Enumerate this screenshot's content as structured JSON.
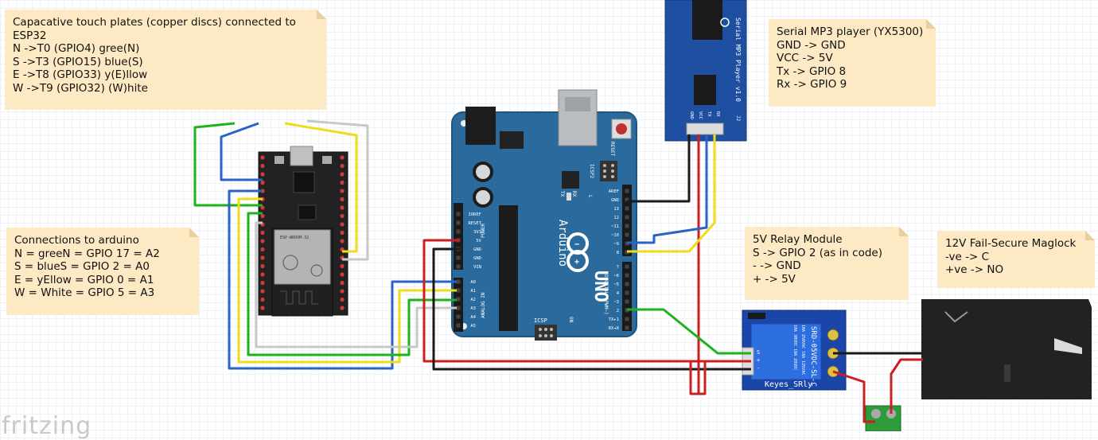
{
  "notes": {
    "esp32": {
      "lines": [
        "Capacative touch plates (copper discs) connected to",
        "ESP32",
        "N ->T0 (GPIO4) gree(N)",
        "S ->T3 (GPIO15) blue(S)",
        "E ->T8 (GPIO33) y(E)llow",
        "W ->T9 (GPIO32) (W)hite"
      ]
    },
    "arduino": {
      "lines": [
        "Connections to arduino",
        "N = greeN = GPIO 17 = A2",
        "S = blueS = GPIO 2 = A0",
        "E = yEllow = GPIO 0 = A1",
        "W = White = GPIO 5 = A3"
      ]
    },
    "mp3": {
      "lines": [
        "Serial MP3 player (YX5300)",
        "GND -> GND",
        "VCC -> 5V",
        "Tx -> GPIO 8",
        "Rx -> GPIO 9"
      ]
    },
    "relay": {
      "lines": [
        "5V Relay Module",
        "S -> GPIO 2 (as in code)",
        "- -> GND",
        "+ -> 5V"
      ]
    },
    "maglock": {
      "lines": [
        "12V Fail-Secure Maglock",
        "-ve -> C",
        "+ve -> NO"
      ]
    }
  },
  "mp3_board": {
    "title": "Serial MP3 Player v1.0",
    "pins": [
      "GND",
      "VCC",
      "TX",
      "RX"
    ],
    "connector": "J2"
  },
  "arduino_board": {
    "brand": "Arduino",
    "model": "UNO",
    "reset_label": "RESET",
    "icsp_label": "ICSP",
    "icsp2_label": "ICSP2",
    "tx_label": "TX",
    "rx_label": "RX",
    "l_label": "L",
    "on_label": "ON",
    "power_label": "POWER",
    "analog_label": "ANALOG IN",
    "digital_label": "DIGITAL (PWM~)",
    "power_pins": [
      "IOREF",
      "RESET",
      "3V3",
      "5V",
      "GND",
      "GND",
      "VIN"
    ],
    "analog_pins": [
      "A0",
      "A1",
      "A2",
      "A3",
      "A4",
      "A5"
    ],
    "digital_top": [
      "AREF",
      "GND",
      "13",
      "12",
      "~11",
      "~10",
      "~9",
      "8"
    ],
    "digital_bottom": [
      "7",
      "~6",
      "~5",
      "4",
      "~3",
      "2",
      "TX▸1",
      "RX◂0"
    ]
  },
  "esp32_board": {
    "module_text": "ESP-WROOM-32"
  },
  "relay_board": {
    "label": "Keyes_SRly",
    "relay_text_1": "SRD-05VDC-SL-C",
    "relay_text_2": "10A 250VAC 10A 125VAC",
    "relay_text_3": "10A 30VDC 10A 28VDC",
    "pins": [
      "S",
      "+",
      "-"
    ]
  },
  "watermark": "fritzing",
  "colors": {
    "arduino_blue": "#2a6a9c",
    "mp3_blue": "#1f4fa0",
    "relay_blue": "#1b45a8",
    "wire_red": "#cc1f1f",
    "wire_black": "#1a1a1a",
    "wire_green": "#1db31d",
    "wire_blue": "#2b62c8",
    "wire_yellow": "#eedd1a",
    "wire_white": "#c8c8c8",
    "note_bg": "#fde9c4"
  }
}
